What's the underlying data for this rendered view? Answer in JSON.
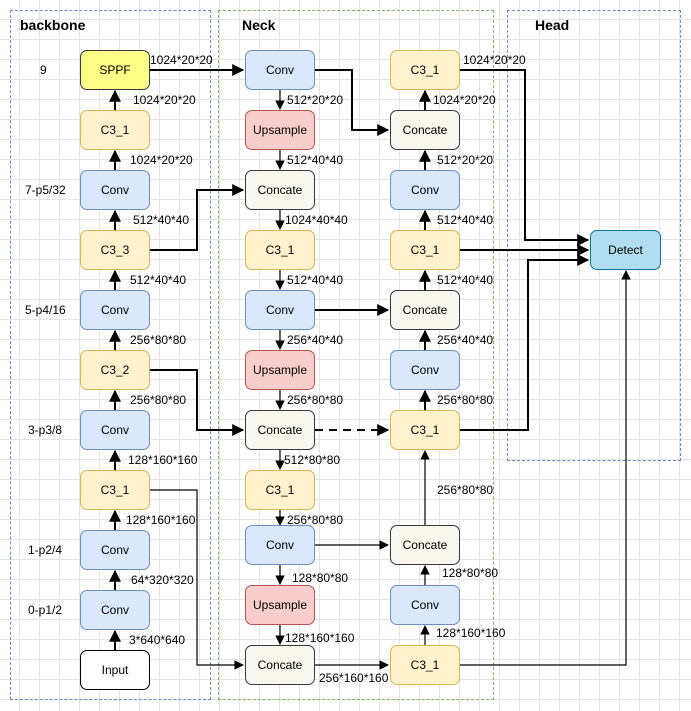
{
  "sections": {
    "backbone": "backbone",
    "neck": "Neck",
    "head": "Head"
  },
  "layers": {
    "l9": "9",
    "l7": "7-p5/32",
    "l5": "5-p4/16",
    "l3": "3-p3/8",
    "l1": "1-p2/4",
    "l0": "0-p1/2"
  },
  "nodes": {
    "b_input": "Input",
    "b_conv0": "Conv",
    "b_conv1": "Conv",
    "b_c3_1": "C3_1",
    "b_conv3": "Conv",
    "b_c3_2": "C3_2",
    "b_conv5": "Conv",
    "b_c3_3": "C3_3",
    "b_conv7": "Conv",
    "b_c3_1b": "C3_1",
    "b_sppf": "SPPF",
    "n_conv1": "Conv",
    "n_up1": "Upsample",
    "n_concat1": "Concate",
    "n_c3_1a": "C3_1",
    "n_conv2": "Conv",
    "n_up2": "Upsample",
    "n_concat2": "Concate",
    "n_c3_1b": "C3_1",
    "n_conv3": "Conv",
    "n_up3": "Upsample",
    "n_concat3": "Concate",
    "r_c3_1a": "C3_1",
    "r_conv1": "Conv",
    "r_concat1": "Concate",
    "r_c3_1b": "C3_1",
    "r_conv2": "Conv",
    "r_concat2": "Concate",
    "r_c3_1c": "C3_1",
    "r_conv3": "Conv",
    "r_concat3": "Concate",
    "r_c3_1d": "C3_1",
    "head_detect": "Detect"
  },
  "edge_labels": {
    "e_in_conv0": "3*640*640",
    "e_conv0_conv1": "64*320*320",
    "e_conv1_c31": "128*160*160",
    "e_c31_conv3": "128*160*160",
    "e_conv3_c32": "256*80*80",
    "e_c32_conv5": "256*80*80",
    "e_conv5_c33": "512*40*40",
    "e_c33_conv7": "512*40*40",
    "e_conv7_c31b": "1024*20*20",
    "e_c31b_sppf": "1024*20*20",
    "e_sppf_nconv1": "1024*20*20",
    "e_nconv1_up1": "512*20*20",
    "e_up1_concat1": "512*40*40",
    "e_concat1_c31a": "1024*40*40",
    "e_c31a_nconv2": "512*40*40",
    "e_nconv2_up2": "256*40*40",
    "e_up2_concat2": "256*80*80",
    "e_concat2_c31b": "512*80*80",
    "e_c31b_nconv3": "256*80*80",
    "e_nconv3_up3": "128*80*80",
    "e_up3_concat3": "128*160*160",
    "e_concat3_rc31a": "256*160*160",
    "e_rc31a_rconv1": "128*160*160",
    "e_rconv1_rconcat1": "128*80*80",
    "e_rconcat1_rc31b": "256*80*80",
    "e_rc31b_rconv2": "256*80*80",
    "e_rconv2_rconcat2": "256*40*40",
    "e_rconcat2_rc31c": "512*40*40",
    "e_rc31c_rconv3": "512*40*40",
    "e_rconv3_rconcat3": "512*20*20",
    "e_rconcat3_rc31d": "1024*20*20",
    "e_rc31d_detect": "1024*20*20"
  },
  "colors": {
    "conv": "#dae8fc",
    "c3": "#fff2cc",
    "upsample": "#f8cecc",
    "concate": "#f9f7ed",
    "sppf": "#ffff88",
    "detect": "#b1ddf0"
  }
}
